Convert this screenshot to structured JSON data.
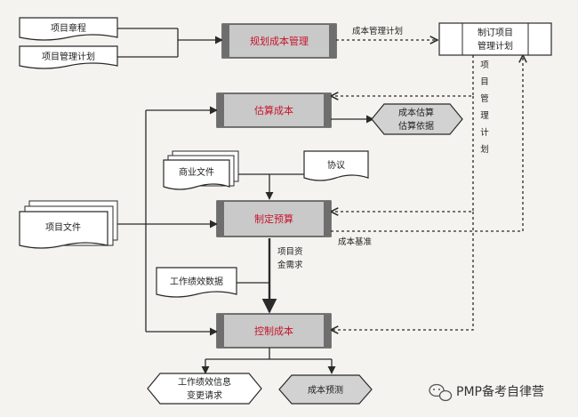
{
  "inputs": {
    "project_charter": "项目章程",
    "project_mgmt_plan": "项目管理计划",
    "business_docs": "商业文件",
    "agreements": "协议",
    "project_docs": "项目文件",
    "work_perf_data": "工作绩效数据"
  },
  "processes": {
    "plan_cost": "规划成本管理",
    "estimate_cost": "估算成本",
    "determine_budget": "制定预算",
    "control_cost": "控制成本",
    "develop_pm_plan_line1": "制订项目",
    "develop_pm_plan_line2": "管理计划"
  },
  "outputs": {
    "estimates_line1": "成本估算",
    "estimates_line2": "估算依据",
    "work_perf_info_line1": "工作绩效信息",
    "work_perf_info_line2": "变更请求",
    "cost_forecast": "成本预测"
  },
  "labels": {
    "cost_mgmt_plan": "成本管理计划",
    "pm_plan_vertical": [
      "项",
      "目",
      "管",
      "理",
      "计",
      "划"
    ],
    "cost_baseline": "成本基准",
    "funding_line1": "项目资",
    "funding_line2": "金需求"
  },
  "watermark": "PMP备考自律营",
  "colors": {
    "process_text": "#c8162b",
    "process_fill": "#c9c9c9",
    "process_side": "#6e6e6e",
    "background": "#f4f3ef"
  }
}
